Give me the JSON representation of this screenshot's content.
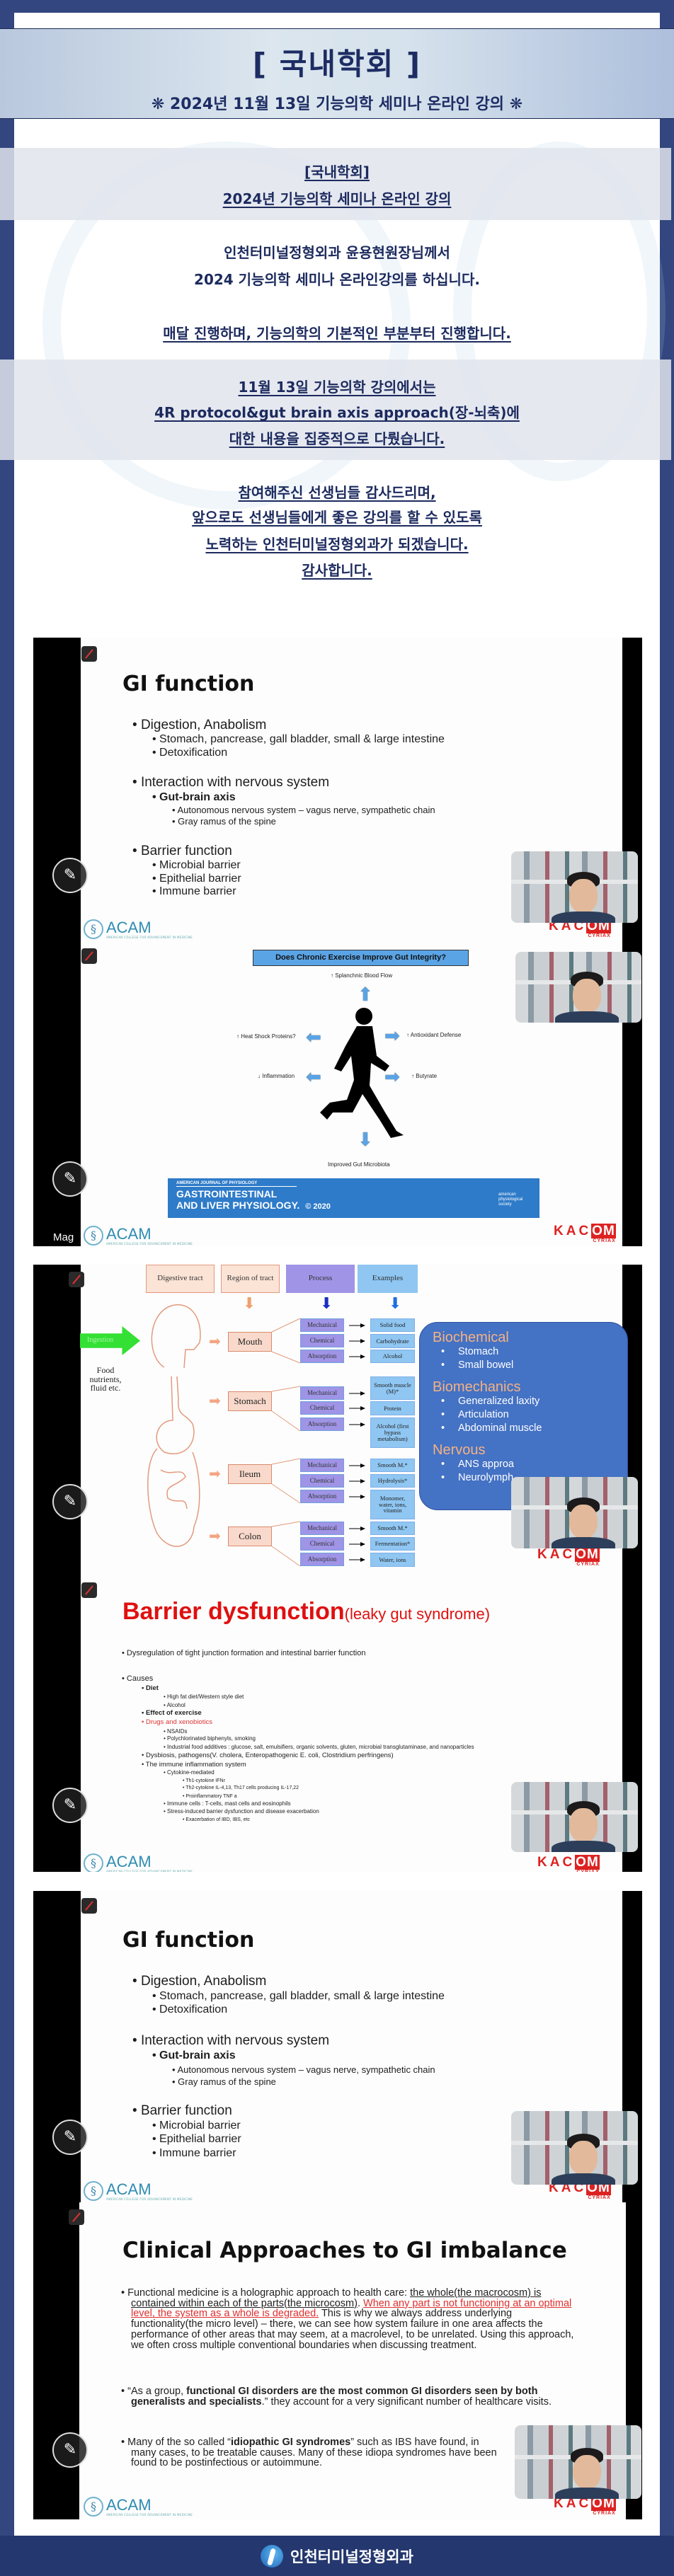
{
  "header": {
    "title": "[ 국내학회 ]",
    "ornament": "❋",
    "subtitle": "2024년 11월 13일 기능의학 세미나 온라인 강의"
  },
  "intro": {
    "block1": [
      "[국내학회]",
      "2024년 기능의학 세미나 온라인 강의"
    ],
    "block2": [
      "인천터미널정형외과 윤용현원장님께서",
      "2024 기능의학 세미나 온라인강의를 하십니다."
    ],
    "block3": [
      "매달 진행하며, 기능의학의 기본적인 부분부터 진행합니다."
    ],
    "block4": [
      "11월 13일 기능의학 강의에서는",
      "4R protocol&gut brain axis approach(장-뇌축)에",
      "대한 내용을 집중적으로 다뤘습니다."
    ],
    "block5": [
      "참여해주신 선생님들 감사드리며,",
      "앞으로도 선생님들에게 좋은 강의를 할 수 있도록",
      "노력하는 인천터미널정형외과가 되겠습니다.",
      "감사합니다."
    ]
  },
  "logos": {
    "acam": "ACAM",
    "acam_sub": "AMERICAN COLLEGE FOR ADVANCEMENT IN MEDICINE",
    "kacom_a": "KAC",
    "kacom_b": "OM",
    "cyriax": "CYRIAX",
    "pencil": "✎",
    "mic": "🎙"
  },
  "gi_function": {
    "title": "GI function",
    "items": [
      {
        "text": "Digestion, Anabolism",
        "level": 1
      },
      {
        "text": "Stomach, pancrease, gall bladder, small & large intestine",
        "level": 2
      },
      {
        "text": "Detoxification",
        "level": 2
      },
      {
        "text": "Interaction with nervous system",
        "level": 1
      },
      {
        "text": "Gut-brain axis",
        "level": 2,
        "style": "bold"
      },
      {
        "text": "Autonomous nervous system – vagus nerve, sympathetic chain",
        "level": 3
      },
      {
        "text": "Gray ramus of the spine",
        "level": 3
      },
      {
        "text": "Barrier function",
        "level": 1
      },
      {
        "text": "Microbial barrier",
        "level": 2
      },
      {
        "text": "Epithelial barrier",
        "level": 2
      },
      {
        "text": "Immune barrier",
        "level": 2
      }
    ]
  },
  "exercise_slide": {
    "title": "Does Chronic Exercise Improve Gut Integrity?",
    "up": "↑ Splanchnic Blood Flow",
    "heat": "↑ Heat Shock Proteins?",
    "antiox": "↑ Antioxidant Defense",
    "inflam": "↓ Inflammation",
    "butyrate": "↑ Butyrate",
    "microbiota": "Improved Gut Microbiota",
    "journal_top": "AMERICAN JOURNAL OF PHYSIOLOGY",
    "journal_l1": "GASTROINTESTINAL",
    "journal_l2": "AND LIVER PHYSIOLOGY.",
    "journal_year": "© 2020",
    "society": "american physiological society",
    "caption": "Mag"
  },
  "digestive_slide": {
    "headers": [
      "Digestive tract",
      "Region of tract",
      "Process",
      "Examples"
    ],
    "ingestion": "Ingestion",
    "food": "Food nutrients, fluid etc.",
    "regions": [
      {
        "name": "Mouth",
        "process": [
          "Mechanical",
          "Chemical",
          "Absorption"
        ],
        "examples": [
          "Solid food",
          "Carbohydrate",
          "Alcohol"
        ]
      },
      {
        "name": "Stomach",
        "process": [
          "Mechanical",
          "Chemical",
          "Absorption"
        ],
        "examples": [
          "Smooth muscle (M)*",
          "Protein",
          "Alcohol (first bypass metabolism)"
        ]
      },
      {
        "name": "Ileum",
        "process": [
          "Mechanical",
          "Chemical",
          "Absorption"
        ],
        "examples": [
          "Smooth M.*",
          "Hydrolysis*",
          "Monomer, water, ions, vitamin"
        ]
      },
      {
        "name": "Colon",
        "process": [
          "Mechanical",
          "Chemical",
          "Absorption"
        ],
        "examples": [
          "Smooth M.*",
          "Fermentation*",
          "Water, ions"
        ]
      }
    ],
    "panel": [
      {
        "title": "Biochemical",
        "items": [
          "Stomach",
          "Small bowel"
        ]
      },
      {
        "title": "Biomechanics",
        "items": [
          "Generalized laxity",
          "Articulation",
          "Abdominal muscle"
        ]
      },
      {
        "title": "Nervous",
        "items": [
          "ANS approa",
          "Neurolymph"
        ]
      }
    ],
    "colors": {
      "panel": "#4472c4",
      "panel_title": "#f4b183",
      "process": "#9f94e6",
      "examples": "#8fc6f2",
      "region": "#f9d9cb",
      "ingestion": "#33e033"
    }
  },
  "barrier_slide": {
    "title": "Barrier dysfunction",
    "title_suffix": "(leaky gut syndrome)",
    "items": [
      {
        "text": "Dysregulation of tight junction formation and intestinal barrier function",
        "level": 1
      },
      {
        "text": "Causes",
        "level": 1
      },
      {
        "text": "Diet",
        "level": 2,
        "style": "bold"
      },
      {
        "text": "High fat diet/Western style diet",
        "level": 3
      },
      {
        "text": "Alcohol",
        "level": 3
      },
      {
        "text": "Effect of exercise",
        "level": 2,
        "style": "bold"
      },
      {
        "text": "Drugs and xenobiotics",
        "level": 2,
        "style": "red"
      },
      {
        "text": "NSAIDs",
        "level": 3
      },
      {
        "text": "Polychlorinated biphenyls, smoking",
        "level": 3
      },
      {
        "text": "Industrial food additives : glucose, salt, emulsifiers, organic solvents, gluten, microbial transglutaminase, and nanoparticles",
        "level": 3
      },
      {
        "text": "Dysbiosis, pathogens(V. cholera, Enteropathogenic E. coli, Clostridium perfringens)",
        "level": 2
      },
      {
        "text": "The immune inflammation system",
        "level": 2
      },
      {
        "text": "Cytokine-mediated",
        "level": 3
      },
      {
        "text": "Th1-cytokine IFNr",
        "level": 4
      },
      {
        "text": "Th2-cytokine IL-4,13, Th17 cells producing IL-17,22",
        "level": 4
      },
      {
        "text": "Proinflammatory TNF a",
        "level": 4
      },
      {
        "text": "Immune cells : T-cells, mast cells and eosinophils",
        "level": 3
      },
      {
        "text": "Stress-induced barrier dysfunction and disease exacerbation",
        "level": 3
      },
      {
        "text": "Exacerbation of IBD, IBS, etc",
        "level": 4
      }
    ]
  },
  "clinical_slide": {
    "title": "Clinical Approaches to GI imbalance",
    "p1_a": "Functional medicine is a holographic approach to health care: ",
    "p1_u": "the whole(the macrocosm) is contained within each of the parts(the microcosm)",
    "p1_b": ". ",
    "p1_red": "When any part is not functioning at an optimal level, the system as a whole is degraded.",
    "p1_c": " This is why we always address underlying functionality(the micro level) – there, we can see how system failure in one area affects the performance of other areas that may seem, at a macrolevel, to be unrelated. Using this approach, we often cross multiple conventional boundaries when discussing treatment.",
    "p2_a": "“As a group, ",
    "p2_bold": "functional GI disorders are the most common GI disorders seen by both generalists and specialists",
    "p2_b": ".” they account for a very significant number of healthcare visits.",
    "p3_a": "Many of the so called “",
    "p3_bold": "idiopathic GI syndromes",
    "p3_b": "” such as IBS have found, in many cases, to be treatable causes. Many of these idiopa syndromes have been found to be postinfectious or autoimmune."
  },
  "footer": {
    "name": "인천터미널정형외과"
  }
}
